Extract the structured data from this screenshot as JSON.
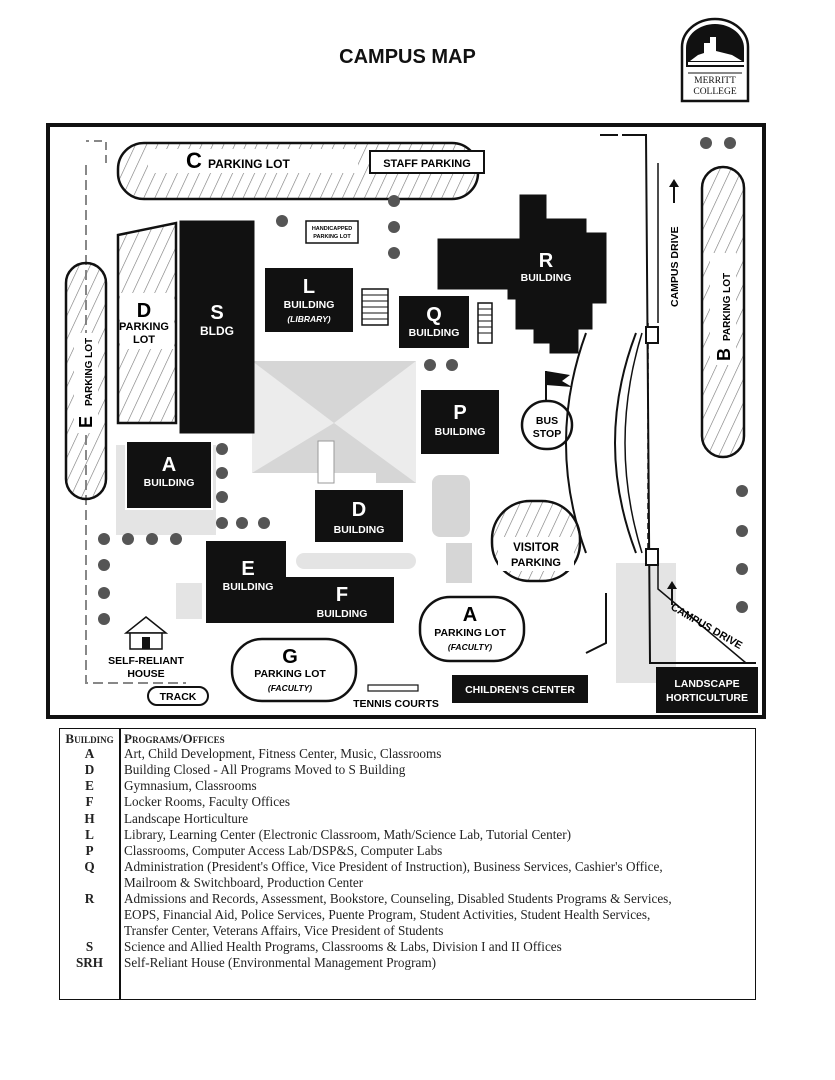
{
  "title": "CAMPUS MAP",
  "logo": {
    "line1": "MERRITT",
    "line2": "COLLEGE"
  },
  "map": {
    "c_lot_letter": "C",
    "c_lot_label": "PARKING LOT",
    "staff_parking": "STAFF PARKING",
    "handicapped_1": "HANDICAPPED",
    "handicapped_2": "PARKING LOT",
    "d_lot_letter": "D",
    "d_lot_1": "PARKING",
    "d_lot_2": "LOT",
    "s_letter": "S",
    "s_label": "BLDG",
    "l_letter": "L",
    "l_label": "BUILDING",
    "l_sub": "(LIBRARY)",
    "q_letter": "Q",
    "q_label": "BUILDING",
    "r_letter": "R",
    "r_label": "BUILDING",
    "p_letter": "P",
    "p_label": "BUILDING",
    "bus_1": "BUS",
    "bus_2": "STOP",
    "a_letter": "A",
    "a_label": "BUILDING",
    "d_bldg_letter": "D",
    "d_bldg_label": "BUILDING",
    "e_bldg_letter": "E",
    "e_bldg_label": "BUILDING",
    "f_bldg_letter": "F",
    "f_bldg_label": "BUILDING",
    "visitor_1": "VISITOR",
    "visitor_2": "PARKING",
    "a_lot_letter": "A",
    "a_lot_label": "PARKING LOT",
    "a_lot_sub": "(FACULTY)",
    "g_lot_letter": "G",
    "g_lot_label": "PARKING LOT",
    "g_lot_sub": "(FACULTY)",
    "srh_1": "SELF-RELIANT",
    "srh_2": "HOUSE",
    "track": "TRACK",
    "tennis": "TENNIS COURTS",
    "childrens": "CHILDREN'S CENTER",
    "landscape_1": "LANDSCAPE",
    "landscape_2": "HORTICULTURE",
    "campus_drive_1": "CAMPUS DRIVE",
    "campus_drive_2": "CAMPUS DRIVE",
    "e_lot_letter": "E",
    "e_lot_label": "PARKING LOT",
    "b_lot_letter": "B",
    "b_lot_label": "PARKING LOT"
  },
  "legend": {
    "header_building": "Building",
    "header_programs": "Programs/Offices",
    "rows": [
      {
        "code": "A",
        "lines": [
          "Art, Child Development, Fitness Center, Music, Classrooms"
        ]
      },
      {
        "code": "D",
        "lines": [
          "Building Closed - All Programs Moved to S Building"
        ]
      },
      {
        "code": "E",
        "lines": [
          "Gymnasium, Classrooms"
        ]
      },
      {
        "code": "F",
        "lines": [
          "Locker Rooms, Faculty Offices"
        ]
      },
      {
        "code": "H",
        "lines": [
          "Landscape Horticulture"
        ]
      },
      {
        "code": "L",
        "lines": [
          "Library, Learning Center (Electronic Classroom, Math/Science Lab, Tutorial Center)"
        ]
      },
      {
        "code": "P",
        "lines": [
          "Classrooms, Computer Access Lab/DSP&S, Computer Labs"
        ]
      },
      {
        "code": "Q",
        "lines": [
          "Administration (President's Office, Vice President of Instruction), Business Services, Cashier's Office,",
          "Mailroom & Switchboard, Production Center"
        ]
      },
      {
        "code": "R",
        "lines": [
          "Admissions and Records, Assessment, Bookstore, Counseling, Disabled Students Programs & Services,",
          "EOPS, Financial Aid, Police Services, Puente Program, Student Activities, Student Health Services,",
          "Transfer Center, Veterans Affairs, Vice President of Students"
        ]
      },
      {
        "code": "S",
        "lines": [
          "Science and Allied Health Programs, Classrooms & Labs, Division I and II Offices"
        ]
      },
      {
        "code": "SRH",
        "lines": [
          "Self-Reliant House (Environmental Management Program)"
        ]
      }
    ]
  },
  "colors": {
    "building": "#111111",
    "plaza": "#d9d9d9",
    "ink": "#111111"
  }
}
